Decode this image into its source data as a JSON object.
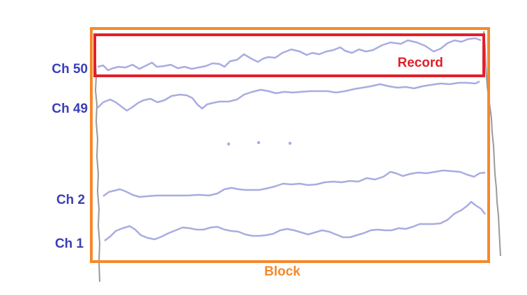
{
  "labels": {
    "ch50": "Ch 50",
    "ch49": "Ch 49",
    "ch2": "Ch 2",
    "ch1": "Ch 1",
    "record": "Record",
    "block": "Block"
  },
  "colors": {
    "channel_text": "#3a3fb8",
    "record_box": "#e0202a",
    "block_box": "#f5892a",
    "trace": "#a9ace0",
    "edge_trace": "#9a9a9a"
  }
}
